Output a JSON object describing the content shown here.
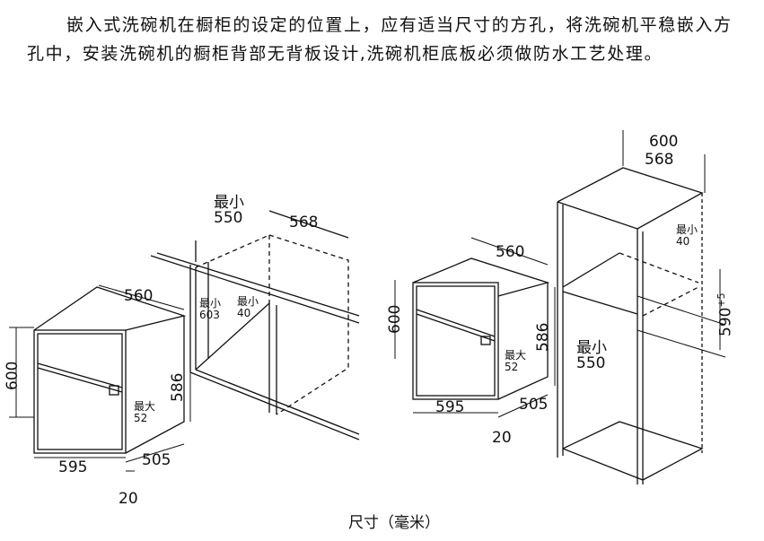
{
  "description_text": "嵌入式洗碗机在橱柜的设定的位置上，应有适当尺寸的方孔，将洗碗机平稳嵌入方孔中，安装洗碗机的橱柜背部无背板设计,洗碗机柜底板必须做防水工艺处理。",
  "caption": "尺寸（毫米）",
  "left": {
    "w560": "560",
    "h600": "600",
    "w595": "595",
    "d20": "20",
    "d505": "505",
    "h586": "586",
    "max52_label": "最大",
    "max52": "52",
    "min550_label": "最小",
    "min550": "550",
    "w568": "568",
    "min603_label": "最小",
    "min603": "603",
    "min40_label": "最小",
    "min40": "40"
  },
  "middle": {
    "w560": "560",
    "h600": "600",
    "h586": "586",
    "max52_label": "最大",
    "max52": "52",
    "w595": "595",
    "d505": "505",
    "d20": "20"
  },
  "right": {
    "w600": "600",
    "w568": "568",
    "min40_label": "最小",
    "min40": "40",
    "h590": "590",
    "tol": "+5",
    "min550_label": "最小",
    "min550": "550"
  }
}
